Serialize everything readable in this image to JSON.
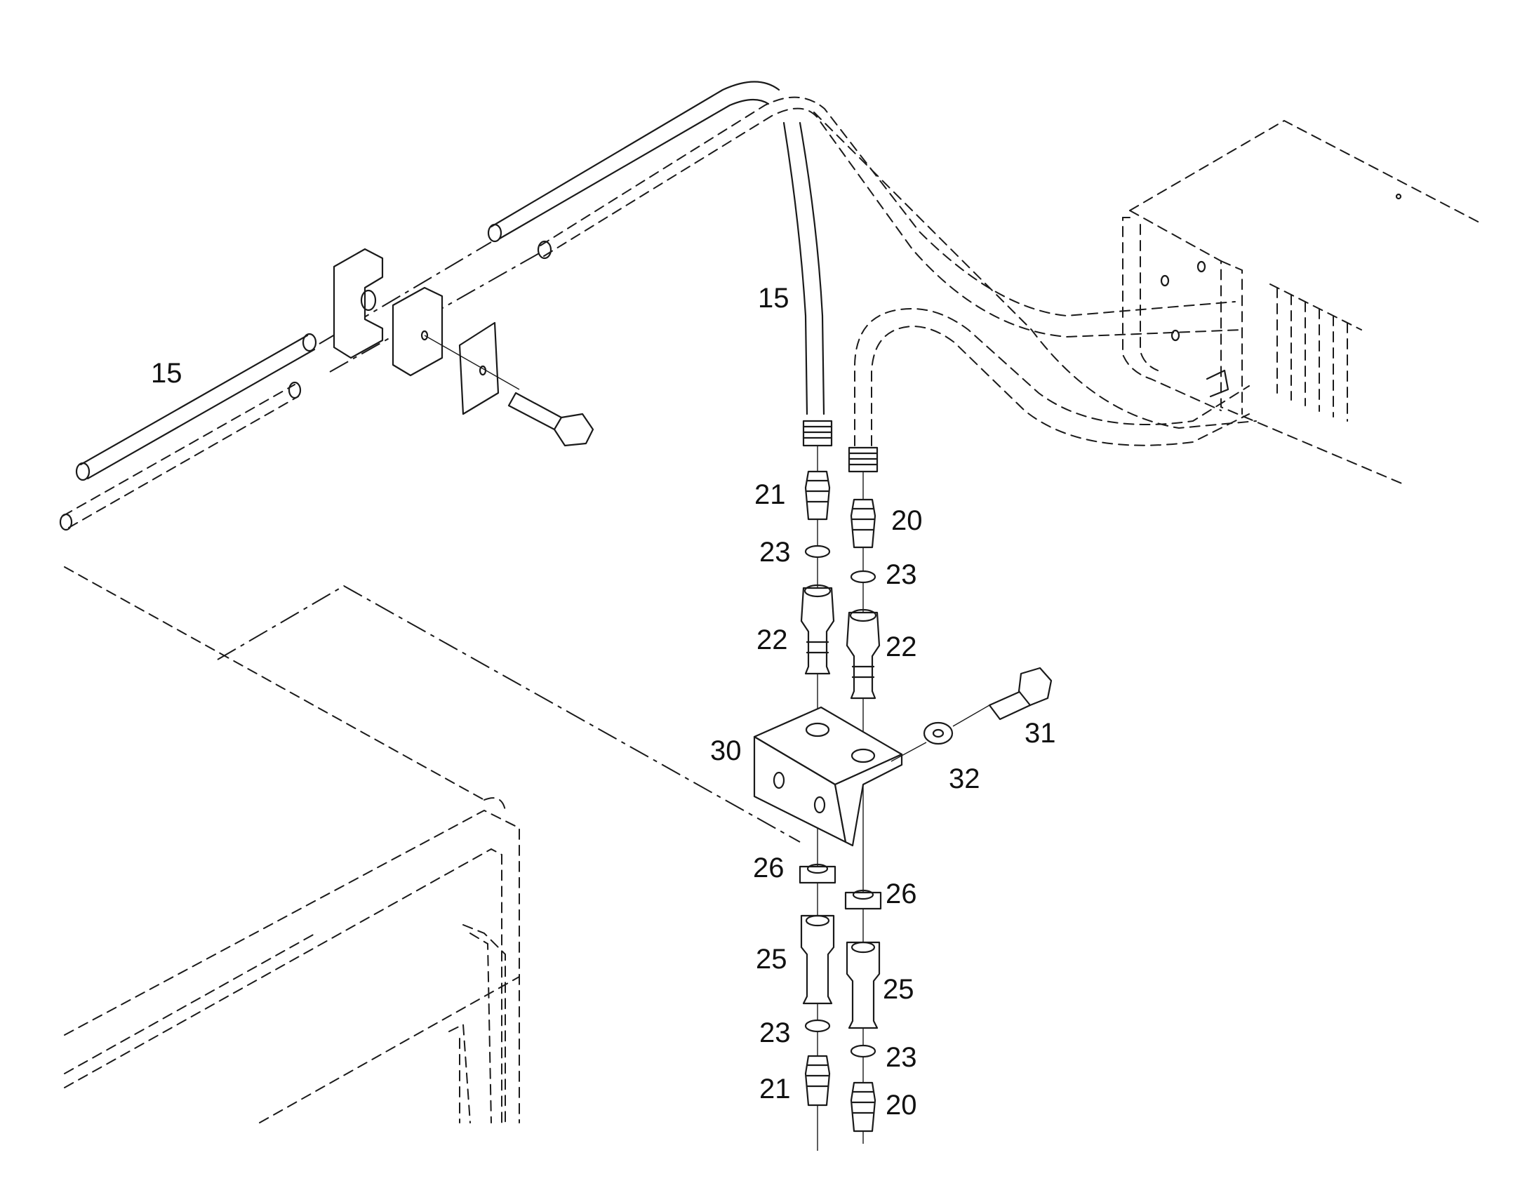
{
  "callouts": {
    "c15_left": "15",
    "c15_top": "15",
    "c21_top": "21",
    "c20_top": "20",
    "c23_a": "23",
    "c23_b": "23",
    "c22_a": "22",
    "c22_b": "22",
    "c30": "30",
    "c31": "31",
    "c32": "32",
    "c26_a": "26",
    "c26_b": "26",
    "c25_a": "25",
    "c25_b": "25",
    "c23_c": "23",
    "c23_d": "23",
    "c21_bot": "21",
    "c20_bot": "20"
  },
  "colors": {
    "line": "#1a1a1a",
    "background": "#ffffff"
  }
}
